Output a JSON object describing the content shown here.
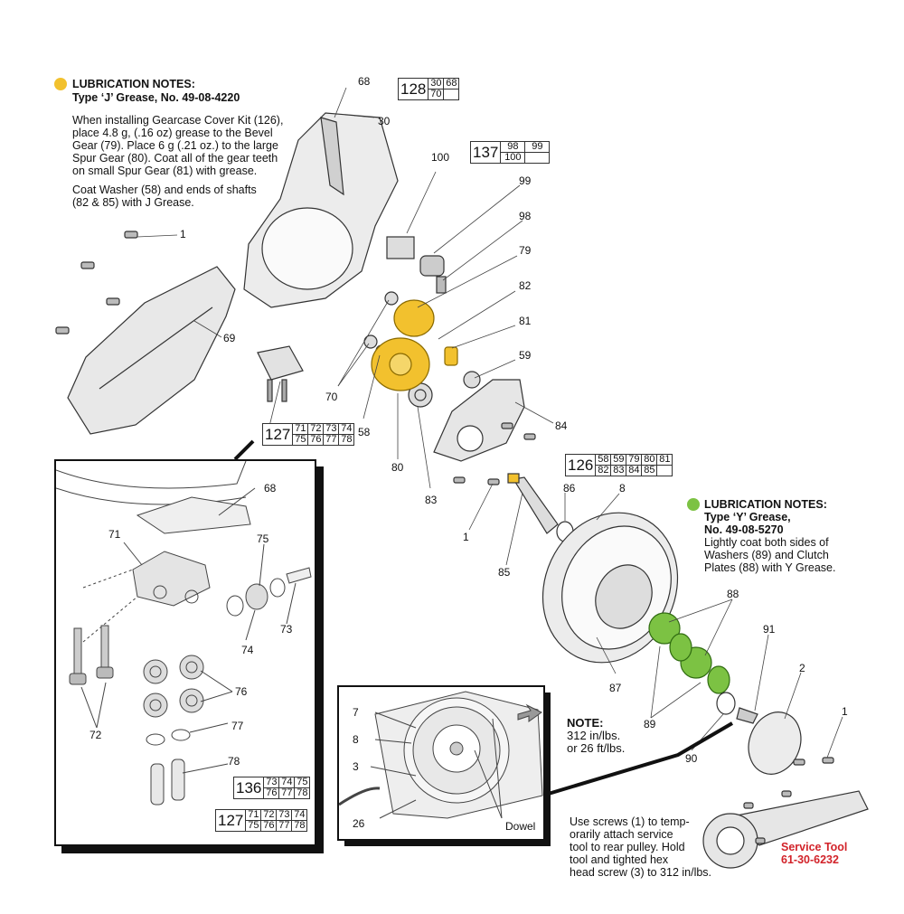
{
  "colors": {
    "yellow_grease": "#f2c12e",
    "green_grease": "#7cc243",
    "service_red": "#d2232a",
    "part_gray": "#e9e9e9"
  },
  "note_j": {
    "title": "LUBRICATION NOTES:",
    "subtitle": "Type ‘J’ Grease, No. 49-08-4220",
    "p1": [
      "When installing Gearcase Cover Kit (126),",
      "place 4.8 g, (.16 oz) grease to the Bevel",
      "Gear (79). Place 6 g (.21 oz.) to the large",
      "Spur Gear (80). Coat all of the gear teeth",
      "on small Spur Gear (81) with grease."
    ],
    "p2": [
      "Coat Washer (58) and ends of shafts",
      "(82 & 85) with J Grease."
    ]
  },
  "note_y": {
    "title": "LUBRICATION NOTES:",
    "line2": "Type ‘Y’ Grease,",
    "line3": "No. 49-08-5270",
    "body": [
      "Lightly coat both sides of",
      "Washers (89) and Clutch",
      "Plates (88) with Y Grease."
    ]
  },
  "torque_note": {
    "title": "NOTE:",
    "lines": [
      "312 in/lbs.",
      "or 26 ft/lbs."
    ]
  },
  "service_text": [
    "Use screws (1) to temp-",
    "orarily attach service",
    "tool to rear pulley. Hold",
    "tool and tighted hex",
    "head screw (3) to 312 in/lbs."
  ],
  "service_tool": {
    "label": "Service Tool",
    "number": "61-30-6232"
  },
  "dowel_label": "Dowel",
  "kits": {
    "k128": {
      "id": "128",
      "rows": [
        [
          "30",
          "68"
        ],
        [
          "70",
          ""
        ]
      ]
    },
    "k137": {
      "id": "137",
      "rows": [
        [
          "98",
          "99"
        ],
        [
          "100",
          ""
        ]
      ]
    },
    "k127a": {
      "id": "127",
      "rows": [
        [
          "71",
          "72",
          "73",
          "74"
        ],
        [
          "75",
          "76",
          "77",
          "78"
        ]
      ]
    },
    "k126": {
      "id": "126",
      "rows": [
        [
          "58",
          "59",
          "79",
          "80",
          "81"
        ],
        [
          "82",
          "83",
          "84",
          "85",
          ""
        ]
      ]
    },
    "k136": {
      "id": "136",
      "rows": [
        [
          "73",
          "74",
          "75"
        ],
        [
          "76",
          "77",
          "78"
        ]
      ]
    },
    "k127b": {
      "id": "127",
      "rows": [
        [
          "71",
          "72",
          "73",
          "74"
        ],
        [
          "75",
          "76",
          "77",
          "78"
        ]
      ]
    }
  },
  "callouts": {
    "c68": "68",
    "c30": "30",
    "c100": "100",
    "c99": "99",
    "c98": "98",
    "c1a": "1",
    "c79": "79",
    "c82": "82",
    "c81": "81",
    "c59": "59",
    "c69": "69",
    "c70": "70",
    "c58": "58",
    "c84": "84",
    "c80": "80",
    "c83": "83",
    "c86": "86",
    "c8": "8",
    "c1b": "1",
    "c85": "85",
    "c88": "88",
    "c87": "87",
    "c91": "91",
    "c2": "2",
    "c1c": "1",
    "c89": "89",
    "c90": "90",
    "i68": "68",
    "i71": "71",
    "i75": "75",
    "i73": "73",
    "i74": "74",
    "i76": "76",
    "i72": "72",
    "i77": "77",
    "i78": "78",
    "d7": "7",
    "d8": "8",
    "d3": "3",
    "d26": "26"
  }
}
